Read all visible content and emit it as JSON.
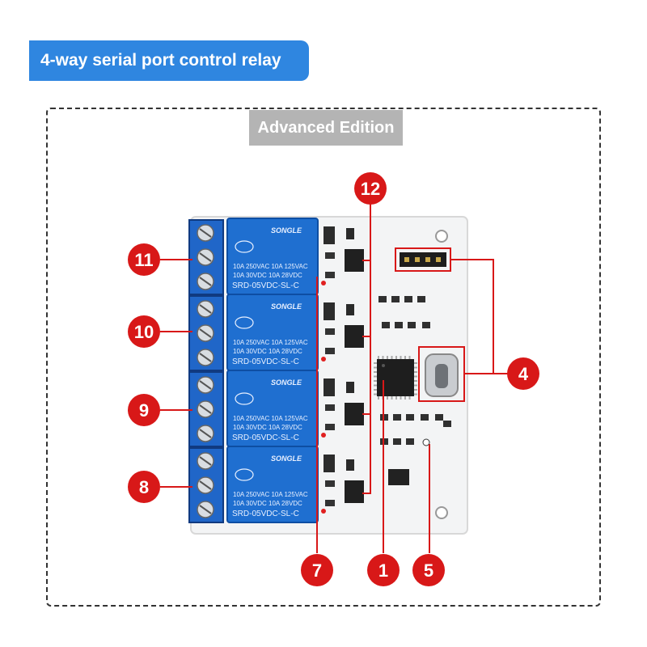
{
  "title": "4-way serial port control relay",
  "edition": "Advanced Edition",
  "relay": {
    "brand": "SONGLE",
    "rating_line1": "10A 250VAC  10A 125VAC",
    "rating_line2": "10A 30VDC  10A 28VDC",
    "model": "SRD-05VDC-SL-C"
  },
  "callouts": [
    {
      "id": "c1",
      "label": "1"
    },
    {
      "id": "c4",
      "label": "4"
    },
    {
      "id": "c5",
      "label": "5"
    },
    {
      "id": "c7",
      "label": "7"
    },
    {
      "id": "c8",
      "label": "8"
    },
    {
      "id": "c9",
      "label": "9"
    },
    {
      "id": "c10",
      "label": "10"
    },
    {
      "id": "c11",
      "label": "11"
    },
    {
      "id": "c12",
      "label": "12"
    }
  ],
  "colors": {
    "banner": "#2f86e0",
    "relay_blue": "#1f6fd0",
    "terminal_blue": "#2066c8",
    "callout_red": "#d81818",
    "board": "#f4f5f6"
  }
}
